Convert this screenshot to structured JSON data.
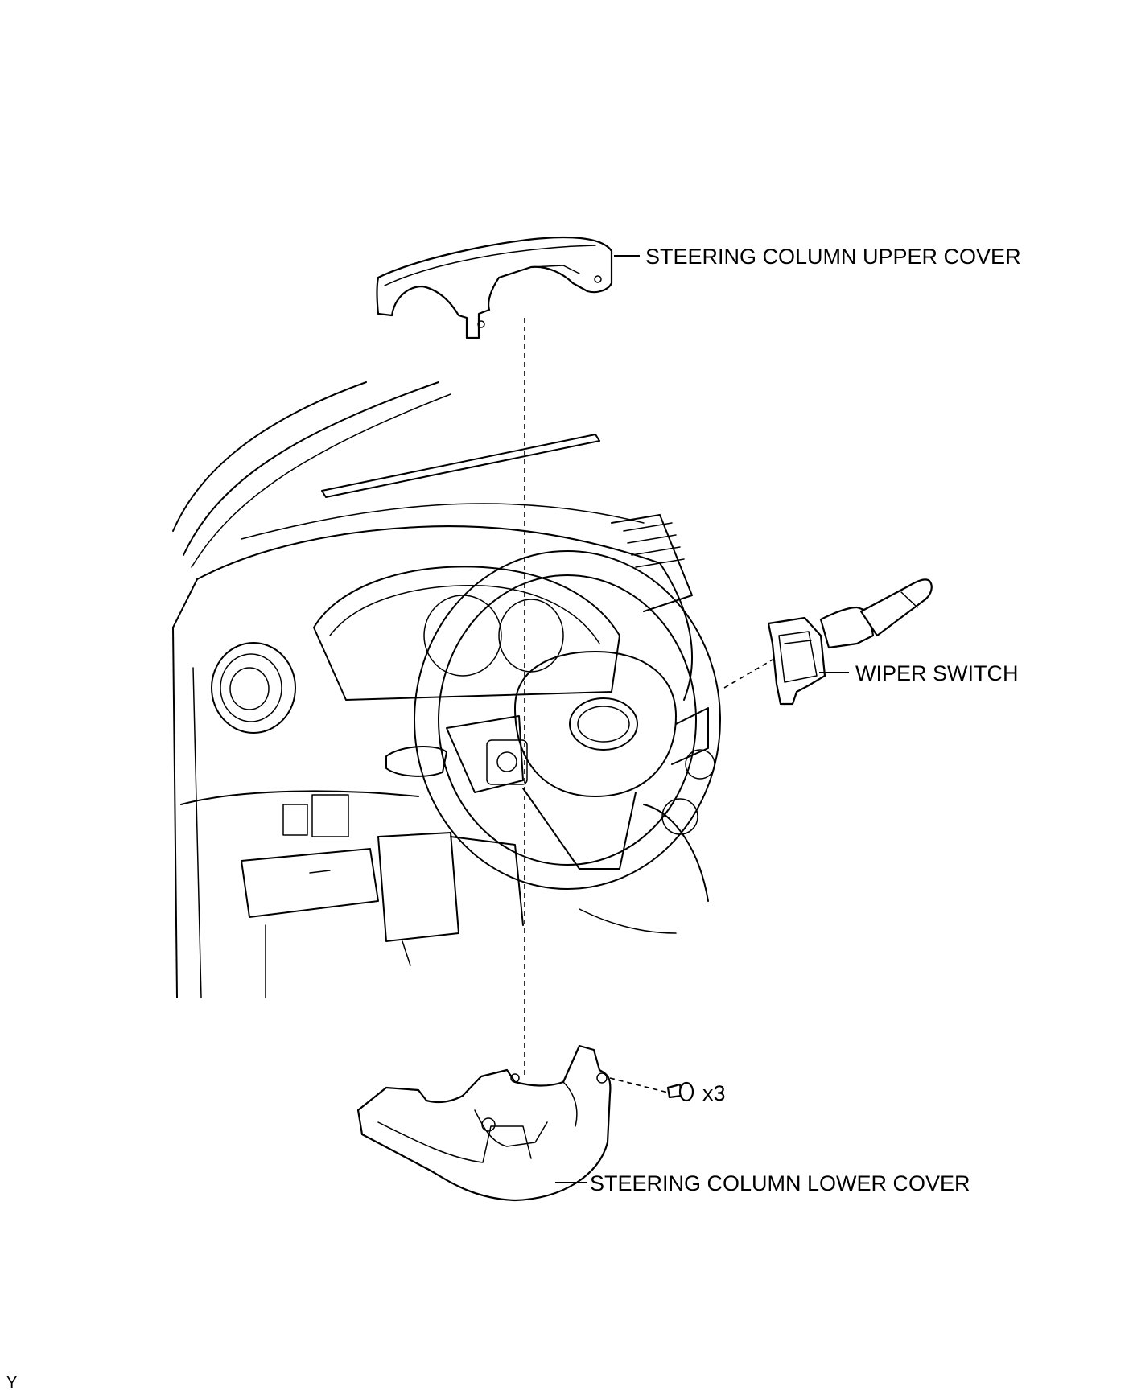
{
  "labels": {
    "upper_cover": "STEERING COLUMN UPPER COVER",
    "wiper_switch": "WIPER SWITCH",
    "lower_cover": "STEERING COLUMN LOWER COVER",
    "screw_qty": "x3"
  },
  "figure_code": "Y",
  "icons": {
    "upper_cover": "steering-column-upper-cover-icon",
    "lower_cover": "steering-column-lower-cover-icon",
    "wiper_switch": "wiper-switch-icon",
    "screw": "screw-icon",
    "dashboard": "dashboard-steering-wheel-icon"
  }
}
